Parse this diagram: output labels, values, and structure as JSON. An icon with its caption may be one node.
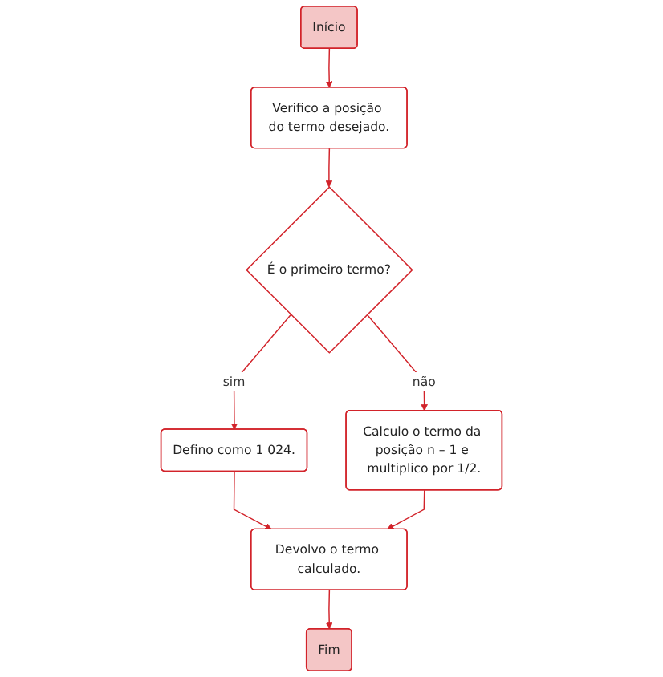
{
  "diagram": {
    "nodes": [
      {
        "text": [
          "Início"
        ]
      },
      {
        "text": [
          "Verifico a posição do termo desejado."
        ]
      },
      {
        "text": [
          "É o primeiro termo?"
        ]
      },
      {
        "text": [
          "Defino como 1 024."
        ]
      },
      {
        "text": [
          "Calculo o termo da posição n – 1 e multiplico por 1/2."
        ]
      },
      {
        "text": [
          "Devolvo o termo calculado."
        ]
      },
      {
        "text": [
          "Fim"
        ]
      }
    ],
    "edges": [
      {
        "from": 0,
        "to": 1,
        "arrow": "to"
      },
      {
        "from": 1,
        "to": 2,
        "arrow": "to"
      },
      {
        "from": 2,
        "to": 3,
        "arrow": "to",
        "label": "sim"
      },
      {
        "from": 2,
        "to": 4,
        "arrow": "to",
        "label": "não"
      },
      {
        "from": 3,
        "to": 5,
        "arrow": "to"
      },
      {
        "from": 4,
        "to": 5,
        "arrow": "to"
      },
      {
        "from": 5,
        "to": 6,
        "arrow": "to"
      }
    ]
  }
}
